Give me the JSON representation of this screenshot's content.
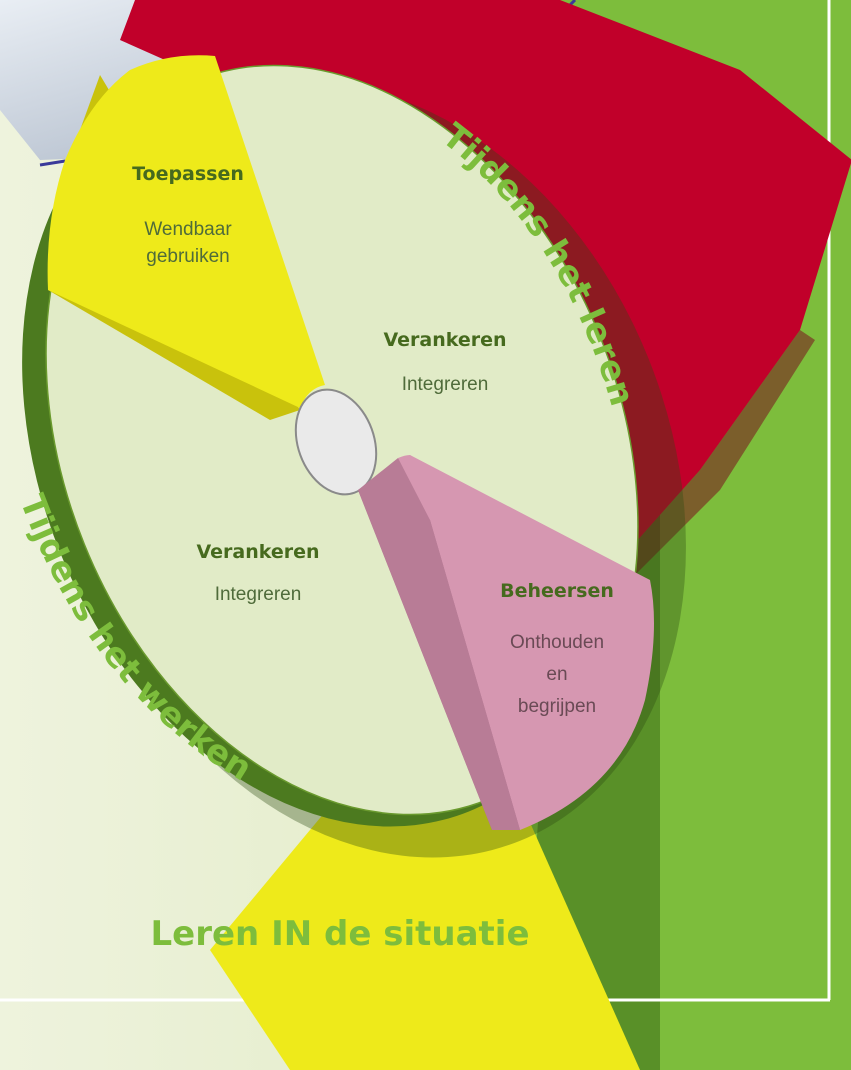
{
  "segments": {
    "toepassen": {
      "title": "Toepassen",
      "line1": "Wendbaar",
      "line2": "gebruiken",
      "color": "#eeea1a"
    },
    "verankeren_top": {
      "title": "Verankeren",
      "line1": "Integreren"
    },
    "verankeren_bottom": {
      "title": "Verankeren",
      "line1": "Integreren"
    },
    "beheersen": {
      "title": "Beheersen",
      "line1": "Onthouden",
      "line2": "en",
      "line3": "begrijpen",
      "color": "#d697b1"
    }
  },
  "arc_labels": {
    "tijdens_het_leren": "Tijdens het leren",
    "tijdens_het_werken": "Tijdens het werken"
  },
  "footer_title": "Leren IN de situatie",
  "colors": {
    "background_green": "#7dbd3c",
    "red_sector": "#c1002a",
    "dark_green": "#4c7a1f",
    "title_green": "#466a1e",
    "label_green": "#7dbd3c",
    "disc_face": "#e1ebc7",
    "yellow": "#eeea1a",
    "pink": "#d697b1"
  }
}
